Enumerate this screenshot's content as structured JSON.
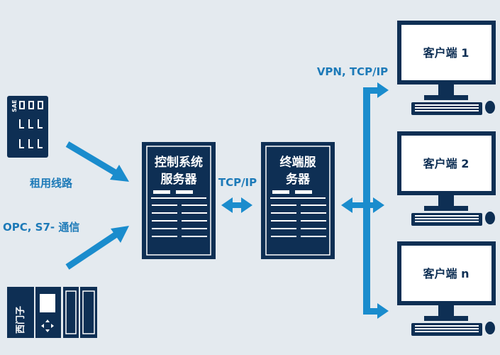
{
  "colors": {
    "background": "#e4eaef",
    "navy": "#0e2f54",
    "arrow_blue": "#1a8ccd",
    "label_blue": "#1d7ab8",
    "white": "#ffffff"
  },
  "left_devices": {
    "sae_label": "SAE",
    "siemens_label": "西门子"
  },
  "links": {
    "leased_line": "租用线路",
    "opc_s7": "OPC, S7- 通信",
    "tcp_ip": "TCP/IP",
    "vpn_tcp_ip": "VPN, TCP/IP"
  },
  "servers": {
    "control_line1": "控制系统",
    "control_line2": "服务器",
    "terminal_line1": "终端服",
    "terminal_line2": "务器"
  },
  "clients": [
    {
      "label": "客户端 1"
    },
    {
      "label": "客户端 2"
    },
    {
      "label": "客户端 n"
    }
  ]
}
